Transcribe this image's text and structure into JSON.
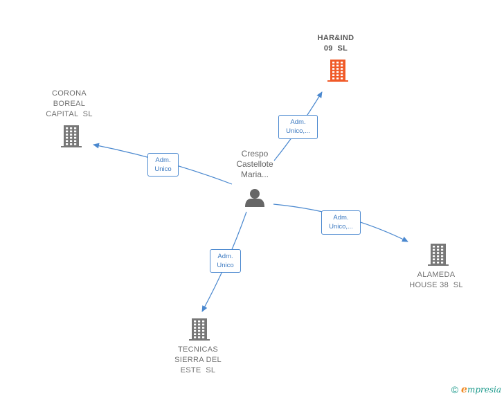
{
  "colors": {
    "edge": "#4a88cf",
    "building_default": "#777777",
    "building_highlight": "#f05a28",
    "person": "#666666"
  },
  "center": {
    "label_lines": [
      "Crespo",
      "Castellote",
      "Maria..."
    ],
    "icon": "person-icon"
  },
  "companies": [
    {
      "id": "harind",
      "label_lines": [
        "HAR&IND",
        "09  SL"
      ],
      "highlight": true,
      "icon": "building-icon"
    },
    {
      "id": "corona",
      "label_lines": [
        "CORONA",
        "BOREAL",
        "CAPITAL  SL"
      ],
      "highlight": false,
      "icon": "building-icon"
    },
    {
      "id": "alameda",
      "label_lines": [
        "ALAMEDA",
        "HOUSE 38  SL"
      ],
      "highlight": false,
      "icon": "building-icon"
    },
    {
      "id": "tecnicas",
      "label_lines": [
        "TECNICAS",
        "SIERRA DEL",
        "ESTE  SL"
      ],
      "highlight": false,
      "icon": "building-icon"
    }
  ],
  "edges": [
    {
      "to": "harind",
      "label_lines": [
        "Adm.",
        "Unico,..."
      ]
    },
    {
      "to": "corona",
      "label_lines": [
        "Adm.",
        "Unico"
      ]
    },
    {
      "to": "alameda",
      "label_lines": [
        "Adm.",
        "Unico,..."
      ]
    },
    {
      "to": "tecnicas",
      "label_lines": [
        "Adm.",
        "Unico"
      ]
    }
  ],
  "footer": {
    "copyright": "©",
    "brand_initial": "e",
    "brand_rest": "mpresia"
  }
}
